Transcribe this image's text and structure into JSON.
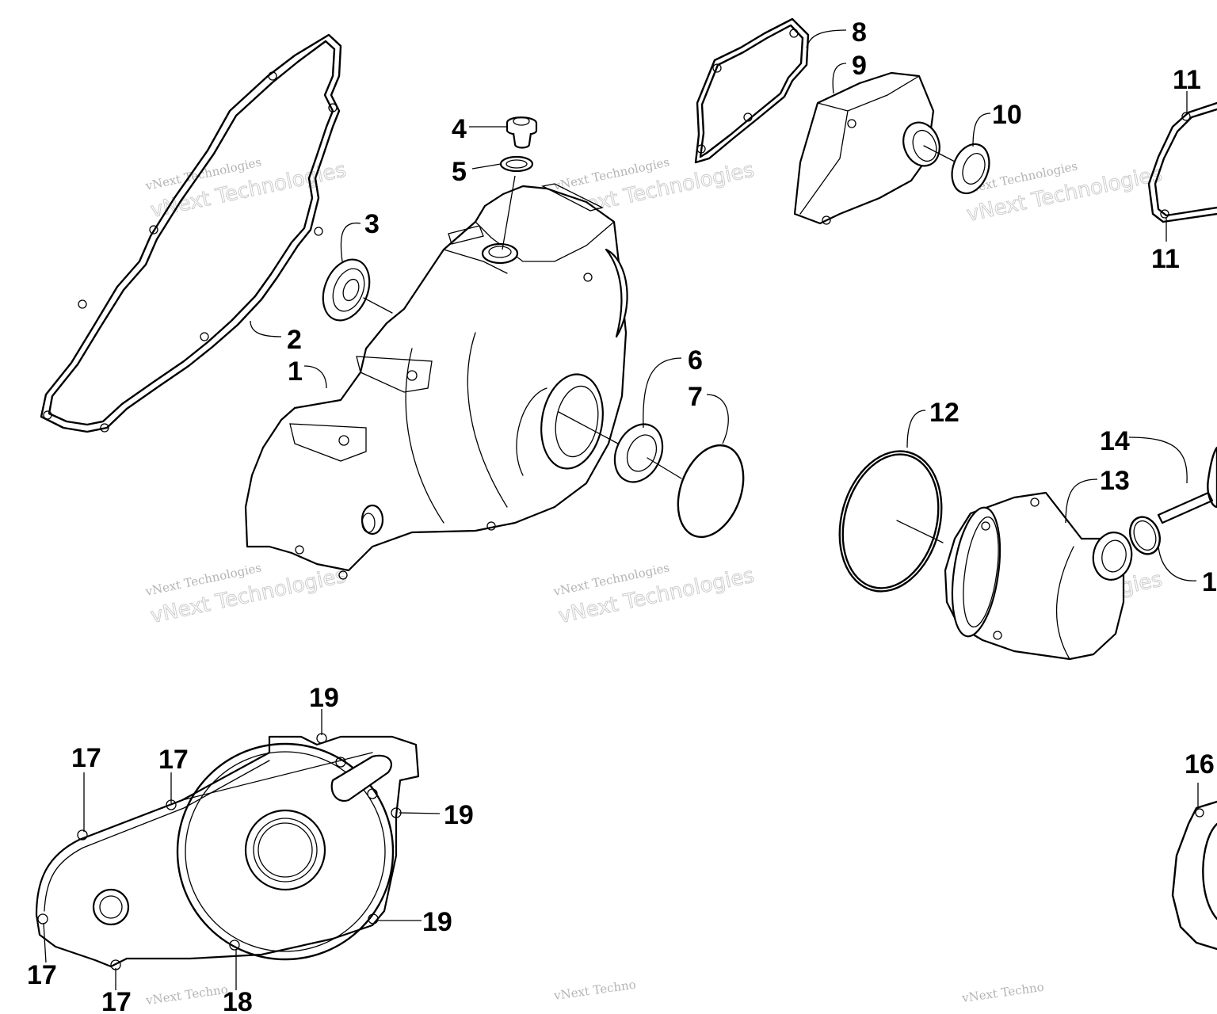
{
  "callouts": {
    "c1": "1",
    "c2": "2",
    "c3": "3",
    "c4": "4",
    "c5": "5",
    "c6": "6",
    "c7": "7",
    "c8": "8",
    "c9": "9",
    "c10": "10",
    "c11a": "11",
    "c11b": "11",
    "c12": "12",
    "c13": "13",
    "c14": "14",
    "c15": "1",
    "c16": "16",
    "c17a": "17",
    "c17b": "17",
    "c17c": "17",
    "c17d": "17",
    "c18": "18",
    "c19a": "19",
    "c19b": "19",
    "c19c": "19"
  },
  "watermark": {
    "line1": "vNext Technologies",
    "line2": "vNext Technologies",
    "partial": "vNext Techno"
  }
}
